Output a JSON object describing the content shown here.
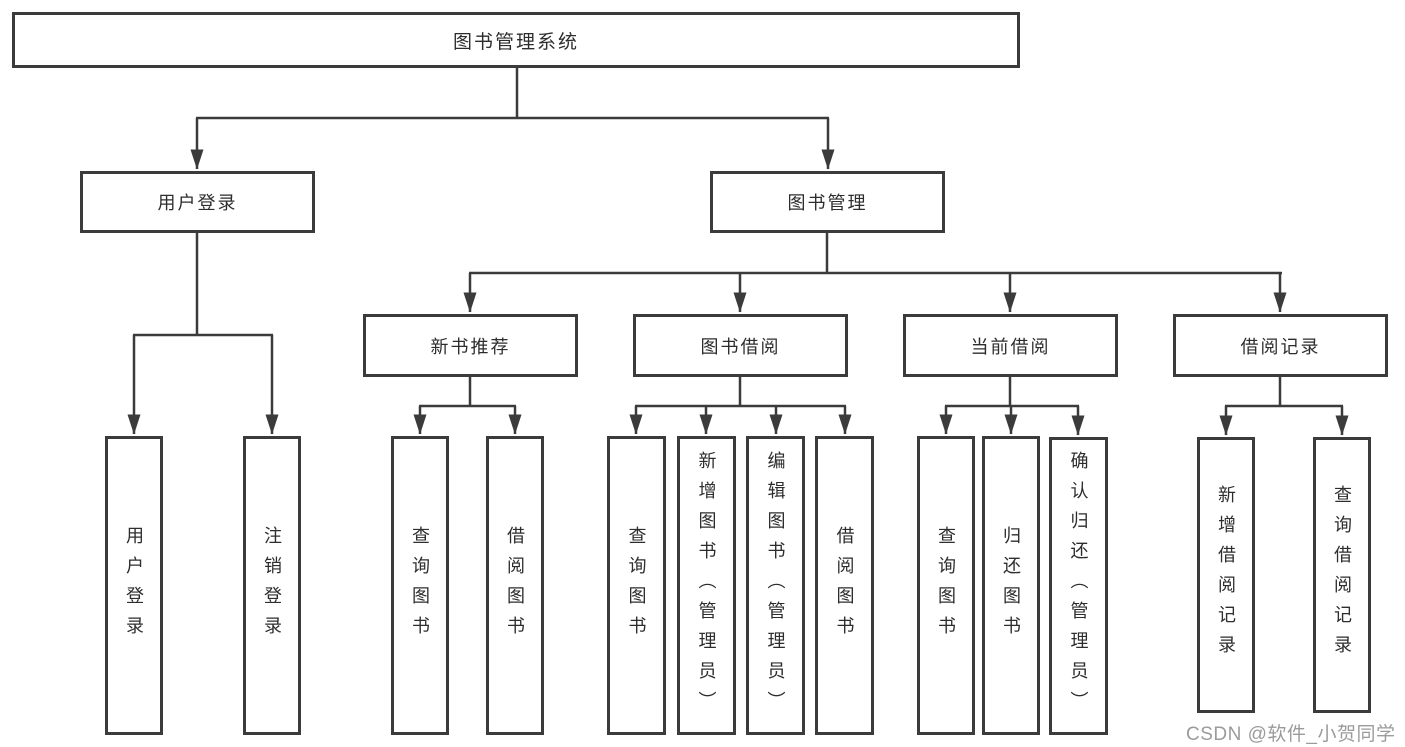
{
  "tree": {
    "root": "图书管理系统",
    "user_branch": {
      "label": "用户登录",
      "children": [
        "用户登录",
        "注销登录"
      ]
    },
    "mgmt_branch": {
      "label": "图书管理",
      "sections": [
        {
          "label": "新书推荐",
          "children": [
            "查询图书",
            "借阅图书"
          ]
        },
        {
          "label": "图书借阅",
          "children": [
            "查询图书",
            "新增图书（管理员）",
            "编辑图书（管理员）",
            "借阅图书"
          ]
        },
        {
          "label": "当前借阅",
          "children": [
            "查询图书",
            "归还图书",
            "确认归还（管理员）"
          ]
        },
        {
          "label": "借阅记录",
          "children": [
            "新增借阅记录",
            "查询借阅记录"
          ]
        }
      ]
    }
  },
  "watermark": "CSDN @软件_小贺同学",
  "colors": {
    "line": "#3b3b3b",
    "text": "#2d2d2d",
    "box_fill": "#ffffff",
    "background": "#ffffff",
    "watermark": "#9b9b9b"
  }
}
